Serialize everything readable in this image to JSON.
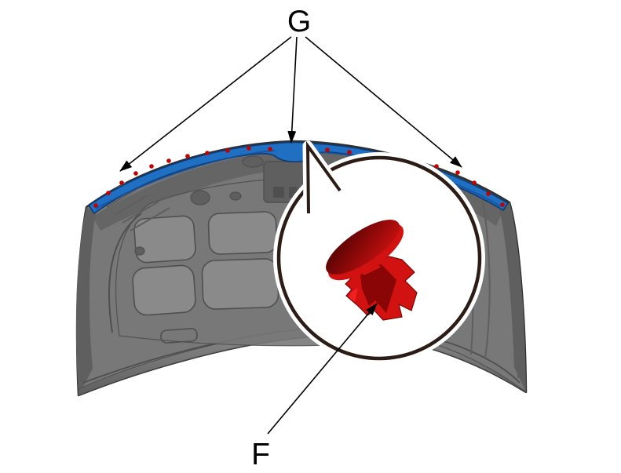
{
  "figure": {
    "description": "Hood insulator seal and clip removal diagram",
    "seal_callout_letter": "G",
    "clip_callout_letter": "F"
  },
  "labels": {
    "g": "G",
    "f": "F"
  },
  "colors": {
    "background": "#ffffff",
    "label_color": "#000000",
    "seal_blue": "#1f6fc2",
    "seal_blue_dark": "#0c3a74",
    "seal_seam": "#155099",
    "clip_dot_red": "#c30000",
    "clip_red": "#d21111",
    "clip_red_dark": "#7c0404",
    "clip_red_deep": "#8a0505",
    "clip_red_deepest": "#4a0101",
    "clip_red_bright": "#ef2020",
    "hood_gray": "#787878",
    "hood_gray_dark": "#5f5f5f",
    "hood_gray_darker": "#4f4f4f",
    "hood_gray_light": "#8a8a8a",
    "hood_outline": "#303030",
    "detail_line": "#4f4f4f",
    "callout_border": "#2b1c16",
    "callout_fill": "#ffffff"
  }
}
